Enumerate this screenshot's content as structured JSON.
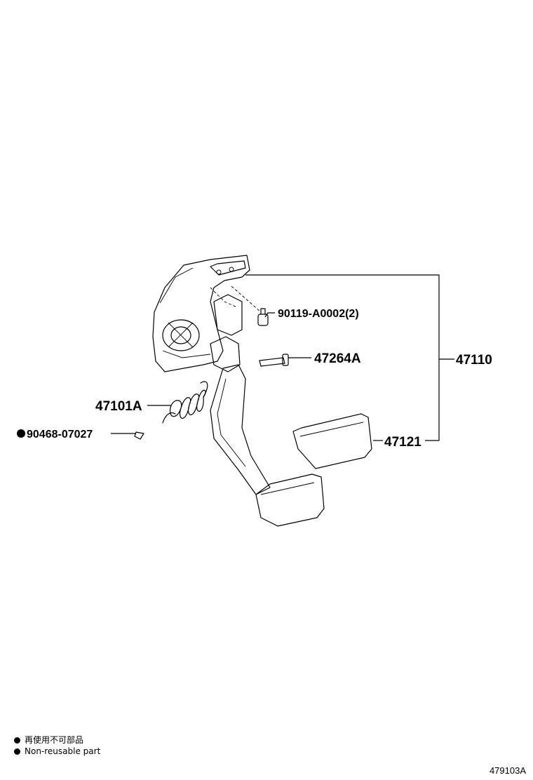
{
  "callouts": {
    "bolt": "90119-A0002(2)",
    "pin": "47264A",
    "pedal_assembly": "47110",
    "spring": "47101A",
    "clip": "90468-07027",
    "pad": "47121"
  },
  "legend": {
    "line_ja": "再使用不可部品",
    "line_en": "Non-reusable part"
  },
  "figure_id": "479103A"
}
